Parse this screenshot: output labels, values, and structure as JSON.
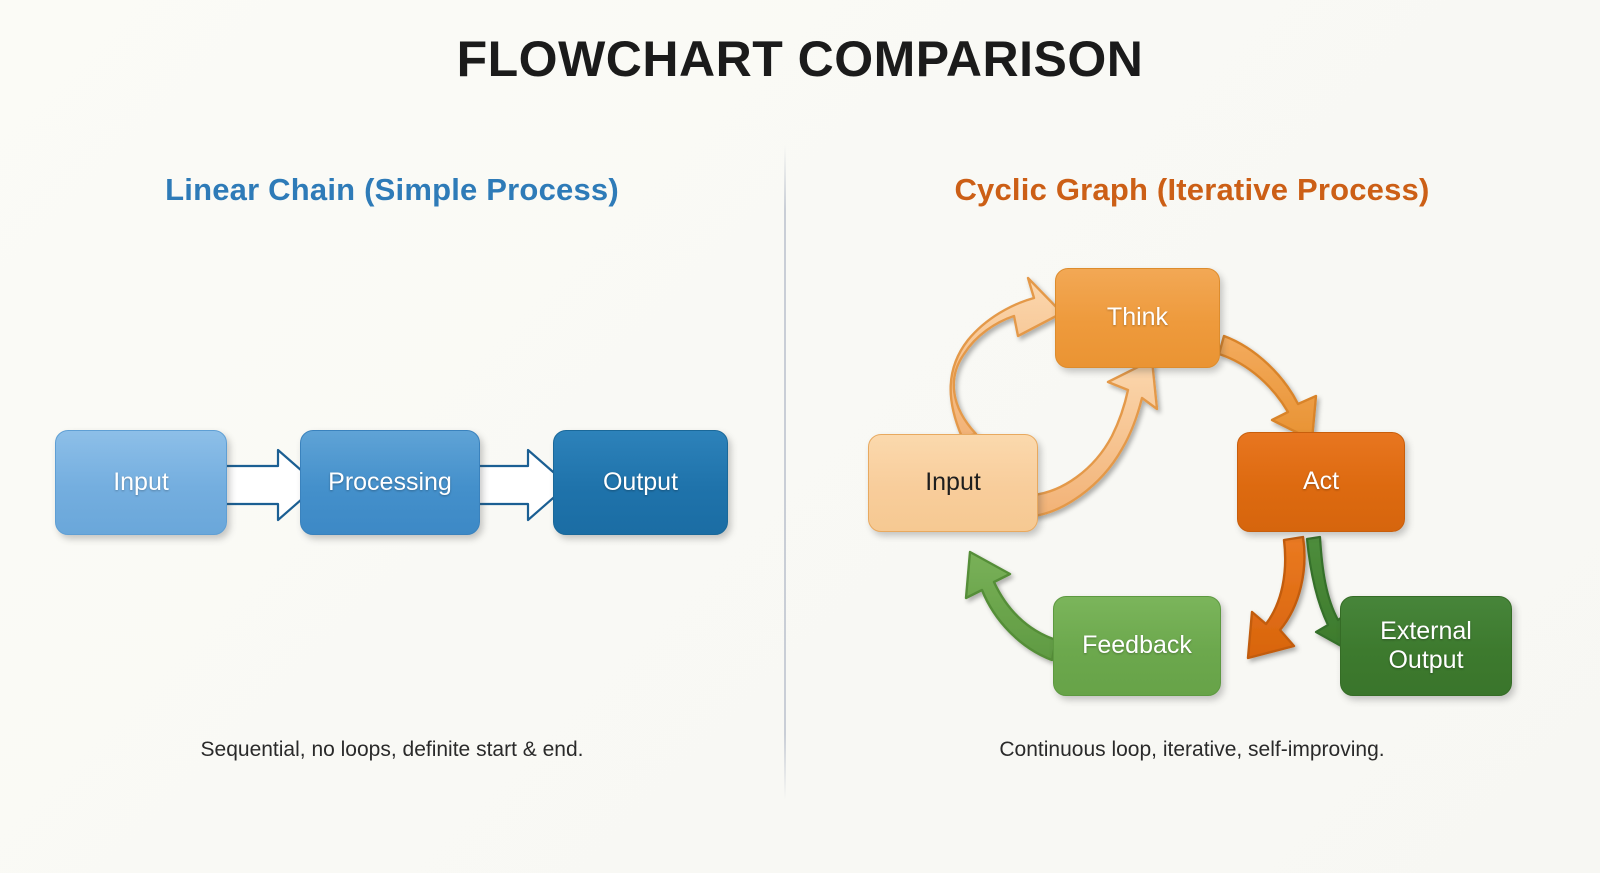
{
  "title": "FLOWCHART COMPARISON",
  "divider": {
    "color": "#c9ced6"
  },
  "panels": {
    "left": {
      "subtitle": "Linear Chain (Simple Process)",
      "subtitle_color": "#2e7bb8",
      "caption": "Sequential, no loops, definite start & end.",
      "nodes": [
        {
          "id": "input",
          "label": "Input",
          "fill": "#74aedf",
          "text_color": "#ffffff"
        },
        {
          "id": "processing",
          "label": "Processing",
          "fill": "#4490cb",
          "text_color": "#ffffff"
        },
        {
          "id": "output",
          "label": "Output",
          "fill": "#1f73ab",
          "text_color": "#ffffff"
        }
      ],
      "arrows": [
        {
          "id": "input-to-processing",
          "from": "Input",
          "to": "Processing",
          "style": "white-block-arrow",
          "fill": "#ffffff",
          "stroke": "#1b5f93"
        },
        {
          "id": "processing-to-output",
          "from": "Processing",
          "to": "Output",
          "style": "white-block-arrow",
          "fill": "#ffffff",
          "stroke": "#1b5f93"
        }
      ]
    },
    "right": {
      "subtitle": "Cyclic Graph (Iterative Process)",
      "subtitle_color": "#cc5f16",
      "caption": "Continuous loop, iterative, self-improving.",
      "nodes": [
        {
          "id": "think",
          "label": "Think",
          "fill": "#ee9a3c",
          "text_color": "#ffffff"
        },
        {
          "id": "act",
          "label": "Act",
          "fill": "#dd6a10",
          "text_color": "#ffffff"
        },
        {
          "id": "external-output",
          "label": "External Output",
          "fill": "#3d7a2e",
          "text_color": "#ffffff"
        },
        {
          "id": "feedback",
          "label": "Feedback",
          "fill": "#6ca84d",
          "text_color": "#ffffff"
        },
        {
          "id": "input",
          "label": "Input",
          "fill": "#f8cd9b",
          "text_color": "#1e1e1e"
        }
      ],
      "arrows": [
        {
          "id": "input-to-think-outer",
          "from": "Input",
          "to": "Think",
          "fill": "#f6c08f",
          "stroke": "#e08f3a"
        },
        {
          "id": "input-to-think-inner",
          "from": "Input",
          "to": "Think",
          "fill": "#f6c08f",
          "stroke": "#e08f3a"
        },
        {
          "id": "think-to-act",
          "from": "Think",
          "to": "Act",
          "fill": "#ee9a3c",
          "stroke": "#d98328"
        },
        {
          "id": "act-to-feedback",
          "from": "Act",
          "to": "Feedback",
          "fill": "#dd6a10",
          "stroke": "#c25c0c"
        },
        {
          "id": "act-to-external",
          "from": "Act",
          "to": "External Output",
          "fill": "#4c8a3a",
          "stroke": "#3d7a2e"
        },
        {
          "id": "feedback-to-input",
          "from": "Feedback",
          "to": "Input",
          "fill": "#6ca84d",
          "stroke": "#548e38"
        }
      ]
    }
  }
}
